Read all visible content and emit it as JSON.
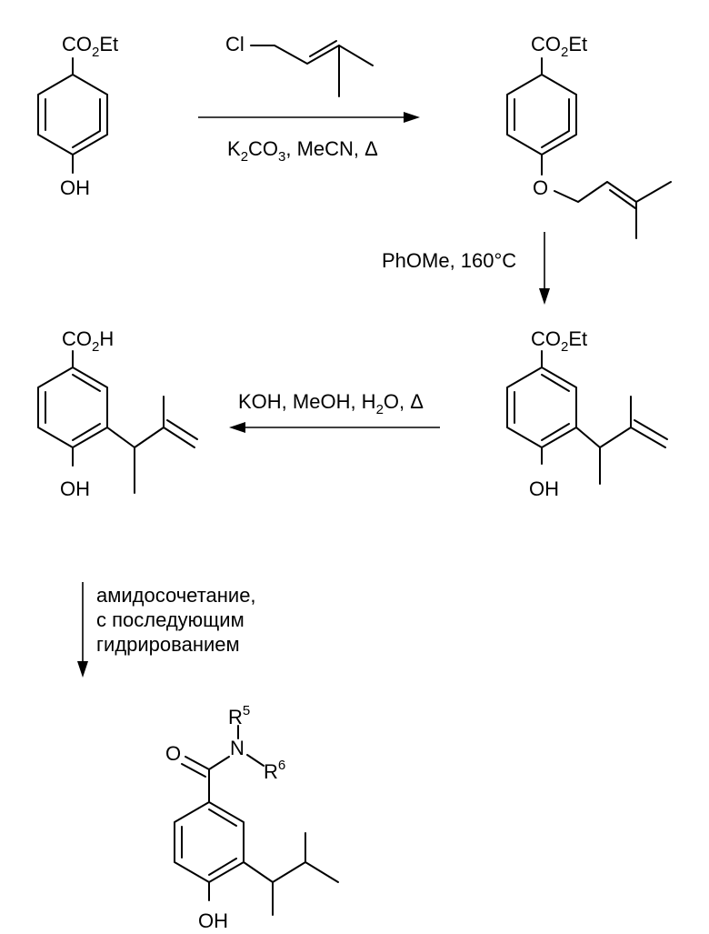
{
  "scheme": {
    "compounds": [
      {
        "id": "c1",
        "labels": {
          "ester": "CO",
          "ester_sub": "2",
          "ester_tail": "Et",
          "oh": "OH"
        }
      },
      {
        "id": "reagent",
        "labels": {
          "cl": "Cl"
        }
      },
      {
        "id": "c2",
        "labels": {
          "ester": "CO",
          "ester_sub": "2",
          "ester_tail": "Et",
          "o": "O"
        }
      },
      {
        "id": "c3",
        "labels": {
          "ester": "CO",
          "ester_sub": "2",
          "ester_tail": "Et",
          "oh": "OH"
        }
      },
      {
        "id": "c4",
        "labels": {
          "acid": "CO",
          "acid_sub": "2",
          "acid_tail": "H",
          "oh": "OH"
        }
      },
      {
        "id": "c5",
        "labels": {
          "o": "O",
          "n": "N",
          "r5": "R",
          "r5_sup": "5",
          "r6": "R",
          "r6_sup": "6",
          "oh": "OH"
        }
      }
    ],
    "conditions": {
      "step1_a": "K",
      "step1_sub": "2",
      "step1_b": "CO",
      "step1_sub2": "3",
      "step1_c": ", MeCN, Δ",
      "step2": "PhOMe, 160°C",
      "step3_a": "KOH, MeOH, H",
      "step3_sub": "2",
      "step3_b": "O, Δ",
      "step4_line1": "амидосочетание,",
      "step4_line2": "с последующим",
      "step4_line3": "гидрированием"
    }
  }
}
